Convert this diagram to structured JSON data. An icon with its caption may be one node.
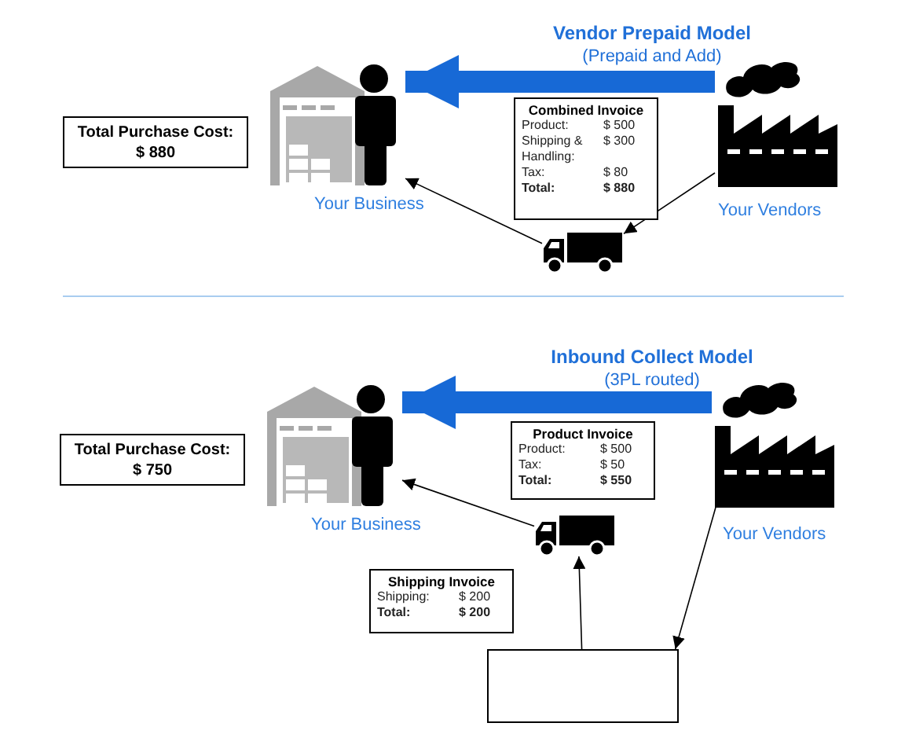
{
  "diagram": {
    "nodes": [
      {
        "text": [
          "Total Purchase Cost:",
          "$ 880"
        ]
      },
      {
        "text": [],
        "shape": "picture",
        "beside": [
          "Your Business"
        ]
      },
      {
        "text": [],
        "shape": "picture",
        "beside": [
          "Your Vendors"
        ]
      },
      {
        "text": [
          "Combined Invoice",
          "Product:",
          "$ 500",
          "Shipping & Handling:",
          "$ 300",
          "Tax:",
          "$ 80",
          "Total:",
          "$ 880"
        ]
      },
      {
        "text": [],
        "shape": "truck"
      },
      {
        "text": [
          "Total Purchase Cost:",
          "$ 750"
        ]
      },
      {
        "text": [],
        "shape": "picture",
        "beside": [
          "Your Business"
        ]
      },
      {
        "text": [],
        "shape": "picture",
        "beside": [
          "Your Vendors"
        ]
      },
      {
        "text": [
          "Product Invoice",
          "Product:",
          "$ 500",
          "Tax:",
          "$ 50",
          "Total:",
          "$ 550"
        ]
      },
      {
        "text": [],
        "shape": "truck"
      },
      {
        "text": [
          "Shipping Invoice",
          "Shipping:",
          "$ 200",
          "Total:",
          "$ 200"
        ]
      },
      {
        "text": [],
        "shape": "box"
      }
    ],
    "edges": [
      {
        "from": 2,
        "to": 1,
        "arrow": "to",
        "style": "thick",
        "color": "#1769d6"
      },
      {
        "from": 2,
        "to": 4,
        "arrow": "to"
      },
      {
        "from": 4,
        "to": 1,
        "arrow": "to"
      },
      {
        "from": 7,
        "to": 6,
        "arrow": "to",
        "style": "thick",
        "color": "#1769d6"
      },
      {
        "from": 9,
        "to": 6,
        "arrow": "to"
      },
      {
        "from": 7,
        "to": 11,
        "arrow": "to"
      },
      {
        "from": 11,
        "to": 9,
        "arrow": "to"
      }
    ],
    "labels": [
      "Vendor Prepaid Model",
      "(Prepaid and Add)",
      "Inbound Collect Model",
      "(3PL routed)"
    ]
  }
}
